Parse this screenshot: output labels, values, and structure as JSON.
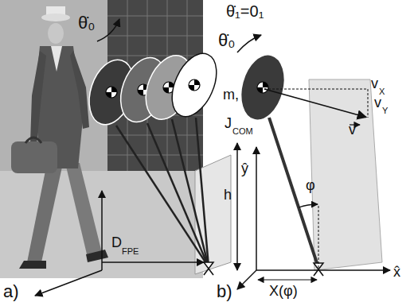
{
  "diagram": {
    "labels": [
      "θ̇₀",
      "θ̇₁=0₁",
      "D",
      "FPE",
      "a)",
      "θ̇₀",
      "m,",
      "J",
      "COM",
      "h",
      "ŷ",
      "v",
      "X",
      "v",
      "Y",
      "v",
      "φ",
      "X(φ)",
      "x̂",
      "b)"
    ]
  }
}
